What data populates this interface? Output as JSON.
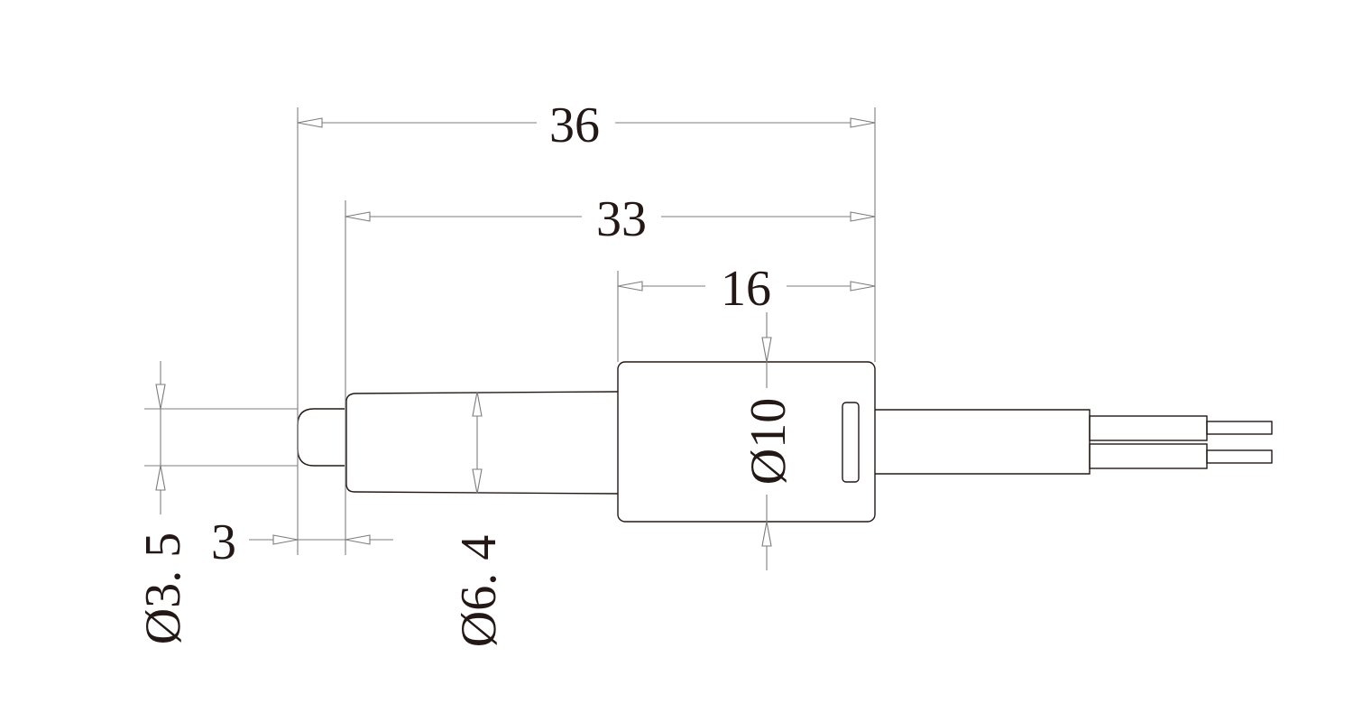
{
  "drawing": {
    "dimensions": {
      "overall_length": "36",
      "length_33": "33",
      "body_length": "16",
      "step_length": "3",
      "tip_diameter": "Ø3. 5",
      "sleeve_diameter": "Ø6. 4",
      "body_diameter": "Ø10"
    }
  }
}
